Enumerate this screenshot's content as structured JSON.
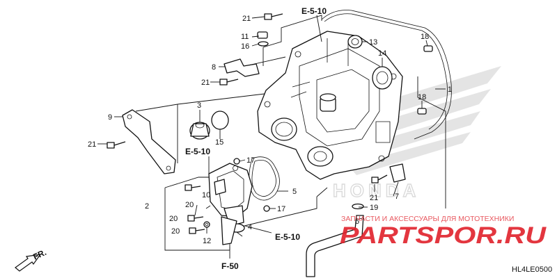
{
  "diagram": {
    "code": "HL4LE0500",
    "front_label": "FR.",
    "refs": {
      "top": "E-5-10",
      "left": "E-5-10",
      "bottom": "E-5-10",
      "f50": "F-50"
    },
    "callouts": {
      "c1": "1",
      "c2": "2",
      "c3": "3",
      "c4": "4",
      "c5": "5",
      "c6": "6",
      "c7": "7",
      "c8": "8",
      "c9": "9",
      "c10": "10",
      "c11": "11",
      "c12": "12",
      "c13": "13",
      "c14": "14",
      "c15": "15",
      "c16": "16",
      "c17a": "17",
      "c17b": "17",
      "c18a": "18",
      "c18b": "18",
      "c19": "19",
      "c20a": "20",
      "c20b": "20",
      "c20c": "20",
      "c21a": "21",
      "c21b": "21",
      "c21c": "21",
      "c21d": "21"
    },
    "watermark": {
      "brand": "HONDA",
      "caption": "ЗАПЧАСТИ И АКСЕССУАРЫ ДЛЯ МОТОТЕХНИКИ",
      "site": "PARTSPOR.RU"
    },
    "colors": {
      "watermark_red": "#e0202a",
      "line": "#111111",
      "shade": "#d8d8d8"
    }
  }
}
